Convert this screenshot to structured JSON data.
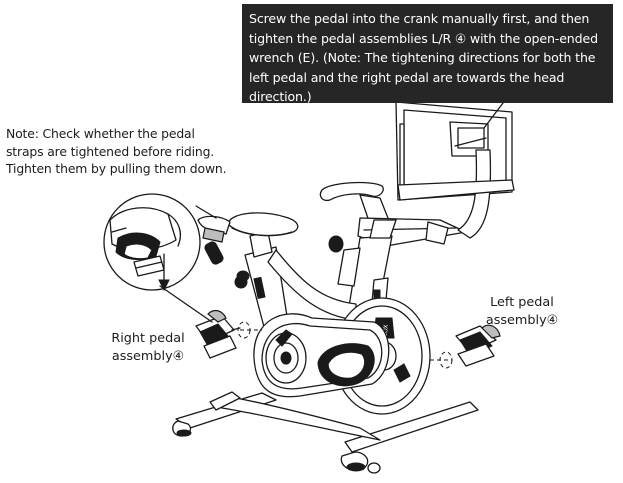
{
  "instruction_box": {
    "text": "Screw the pedal into the crank manually first, and then tighten the pedal assemblies L/R ④ with the open-ended wrench (E). (Note: The tightening directions for both the left pedal and the right pedal are towards the head direction.)",
    "background_color": "#262626",
    "text_color": "#ffffff"
  },
  "strap_note": {
    "text": "Note: Check whether the pedal straps are tightened before riding. Tighten them by pulling them down."
  },
  "right_pedal_label": {
    "line1": "Right pedal",
    "line2": "assembly④"
  },
  "left_pedal_label": {
    "line1": "Left pedal",
    "line2": "assembly④"
  }
}
